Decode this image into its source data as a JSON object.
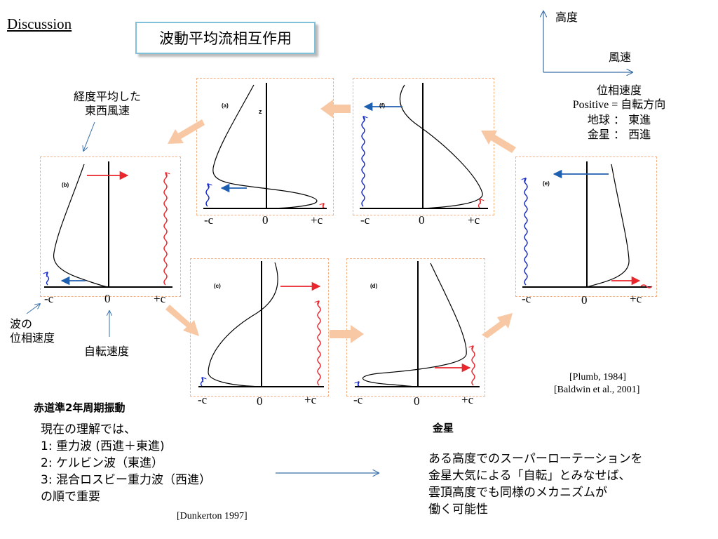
{
  "header": {
    "discussion": "Discussion",
    "title": "波動平均流相互作用"
  },
  "axes_legend": {
    "height": "高度",
    "wind": "風速"
  },
  "phase_legend": {
    "line1": "位相速度",
    "line2": "Positive = 自転方向",
    "line3": "地球 ： 東進",
    "line4": "金星 ： 西進"
  },
  "annotations": {
    "mean_wind_l1": "経度平均した",
    "mean_wind_l2": "東西風速",
    "wave_phase_l1": "波の",
    "wave_phase_l2": "位相速度",
    "rotation": "自転速度"
  },
  "panels": [
    {
      "id": "a",
      "label": "(a)",
      "z": "z"
    },
    {
      "id": "b",
      "label": "(b)"
    },
    {
      "id": "c",
      "label": "(c)"
    },
    {
      "id": "d",
      "label": "(d)"
    },
    {
      "id": "e",
      "label": "(e)"
    },
    {
      "id": "f",
      "label": "(f)"
    }
  ],
  "ticks": {
    "neg": "-c",
    "zero": "0",
    "pos": "+c"
  },
  "references": {
    "plumb": "[Plumb, 1984]",
    "baldwin": "[Baldwin et al., 2001]",
    "dunkerton": "[Dunkerton 1997]"
  },
  "qbo": {
    "heading": "赤道準2年周期振動",
    "l1": "現在の理解では、",
    "l2": "1: 重力波 (西進＋東進)",
    "l3": "2: ケルビン波（東進）",
    "l4": "3: 混合ロスビー重力波（西進）",
    "l5": "の順で重要"
  },
  "venus": {
    "heading": "金星",
    "l1": "ある高度でのスーパーローテーションを",
    "l2": "金星大気による「自転」とみなせば、",
    "l3": "雲頂高度でも同様のメカニズムが",
    "l4": "働く可能性"
  },
  "colors": {
    "red": "#e8262b",
    "blue": "#1f5fb0",
    "wave_blue": "#1428c8",
    "arrow": "#f8c8a4",
    "frame": "#f4b183"
  }
}
